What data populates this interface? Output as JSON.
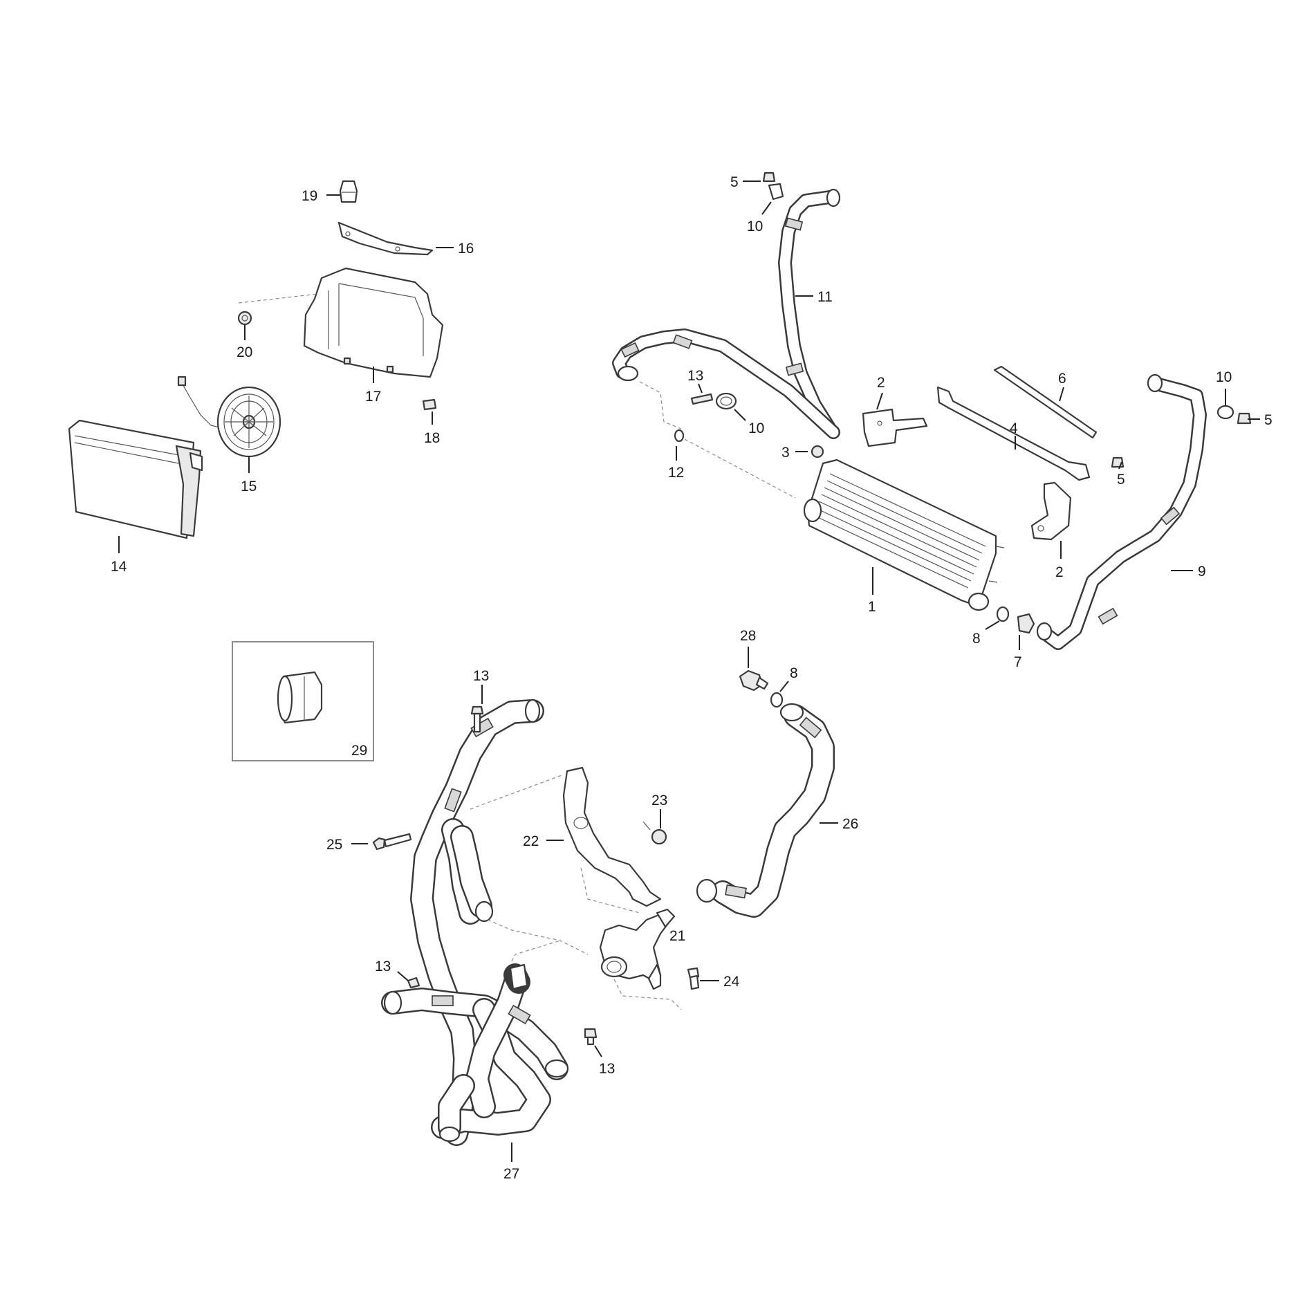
{
  "callouts": {
    "c1": "1",
    "c2a": "2",
    "c2b": "2",
    "c3": "3",
    "c4": "4",
    "c5a": "5",
    "c5b": "5",
    "c5c": "5",
    "c6": "6",
    "c7": "7",
    "c8a": "8",
    "c8b": "8",
    "c9": "9",
    "c10a": "10",
    "c10b": "10",
    "c10c": "10",
    "c11": "11",
    "c12": "12",
    "c13a": "13",
    "c13b": "13",
    "c13c": "13",
    "c13d": "13",
    "c14": "14",
    "c15": "15",
    "c16": "16",
    "c17": "17",
    "c18": "18",
    "c19": "19",
    "c20": "20",
    "c21": "21",
    "c22": "22",
    "c23": "23",
    "c24": "24",
    "c25": "25",
    "c26": "26",
    "c27": "27",
    "c28": "28",
    "c29": "29"
  }
}
